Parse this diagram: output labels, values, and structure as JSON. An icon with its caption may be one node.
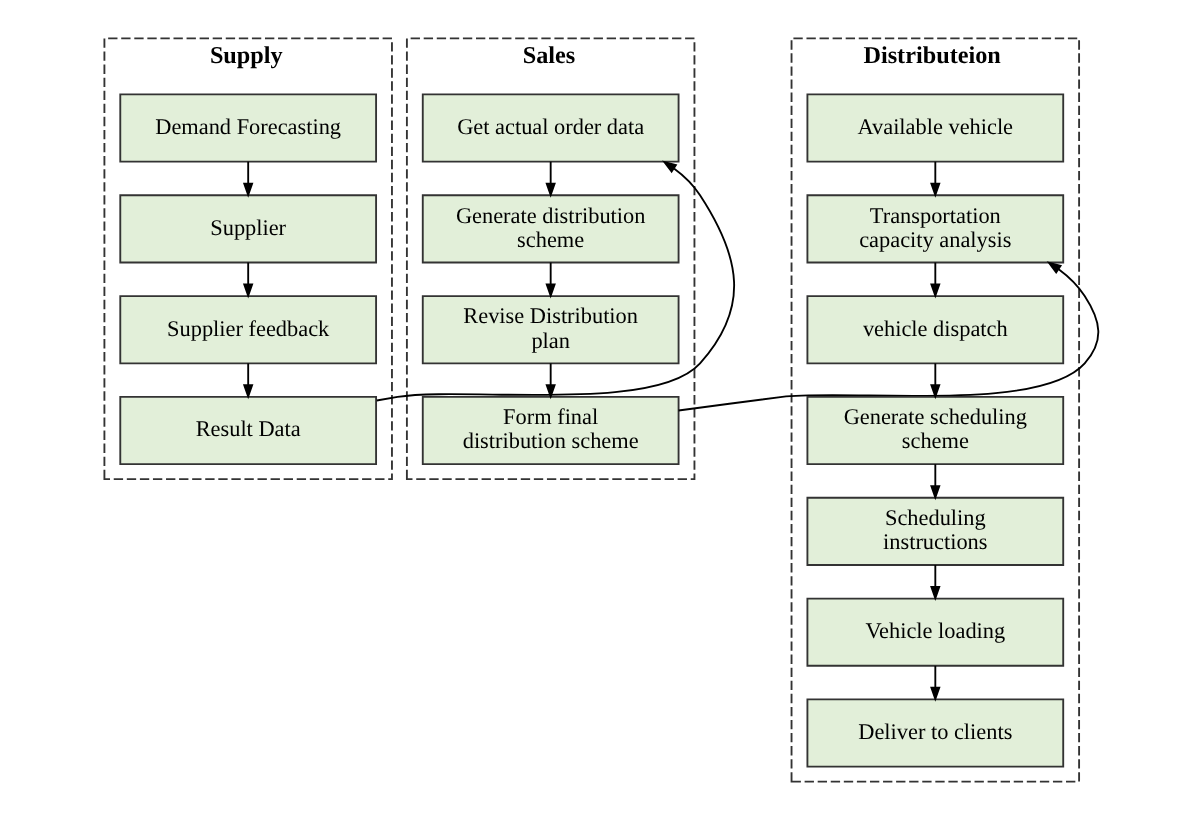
{
  "diagram": {
    "nodes": [
      {
        "text": [
          "Supply"
        ]
      },
      {
        "text": [
          "Demand Forecasting"
        ],
        "in": 0
      },
      {
        "text": [
          "Supplier"
        ],
        "in": 0
      },
      {
        "text": [
          "Supplier feedback"
        ],
        "in": 0
      },
      {
        "text": [
          "Result Data"
        ],
        "in": 0
      },
      {
        "text": [
          "Sales"
        ]
      },
      {
        "text": [
          "Get actual order data"
        ],
        "in": 5
      },
      {
        "text": [
          "Generate distribution scheme"
        ],
        "in": 5
      },
      {
        "text": [
          "Revise Distribution plan"
        ],
        "in": 5
      },
      {
        "text": [
          "Form final distribution scheme"
        ],
        "in": 5
      },
      {
        "text": [
          "Distributeion"
        ]
      },
      {
        "text": [
          "Available vehicle"
        ],
        "in": 10
      },
      {
        "text": [
          "Transportation capacity analysis"
        ],
        "in": 10
      },
      {
        "text": [
          "vehicle dispatch"
        ],
        "in": 10
      },
      {
        "text": [
          "Generate scheduling scheme"
        ],
        "in": 10
      },
      {
        "text": [
          "Scheduling instructions"
        ],
        "in": 10
      },
      {
        "text": [
          "Vehicle loading"
        ],
        "in": 10
      },
      {
        "text": [
          "Deliver to clients"
        ],
        "in": 10
      }
    ],
    "edges": [
      {
        "from": 1,
        "to": 2,
        "arrow": "to"
      },
      {
        "from": 2,
        "to": 3,
        "arrow": "to"
      },
      {
        "from": 3,
        "to": 4,
        "arrow": "to"
      },
      {
        "from": 4,
        "to": 6,
        "arrow": "to"
      },
      {
        "from": 6,
        "to": 7,
        "arrow": "to"
      },
      {
        "from": 7,
        "to": 8,
        "arrow": "to"
      },
      {
        "from": 8,
        "to": 9,
        "arrow": "to"
      },
      {
        "from": 9,
        "to": 12,
        "arrow": "to"
      },
      {
        "from": 11,
        "to": 12,
        "arrow": "to"
      },
      {
        "from": 12,
        "to": 13,
        "arrow": "to"
      },
      {
        "from": 13,
        "to": 14,
        "arrow": "to"
      },
      {
        "from": 14,
        "to": 15,
        "arrow": "to"
      },
      {
        "from": 15,
        "to": 16,
        "arrow": "to"
      },
      {
        "from": 16,
        "to": 17,
        "arrow": "to"
      }
    ]
  }
}
